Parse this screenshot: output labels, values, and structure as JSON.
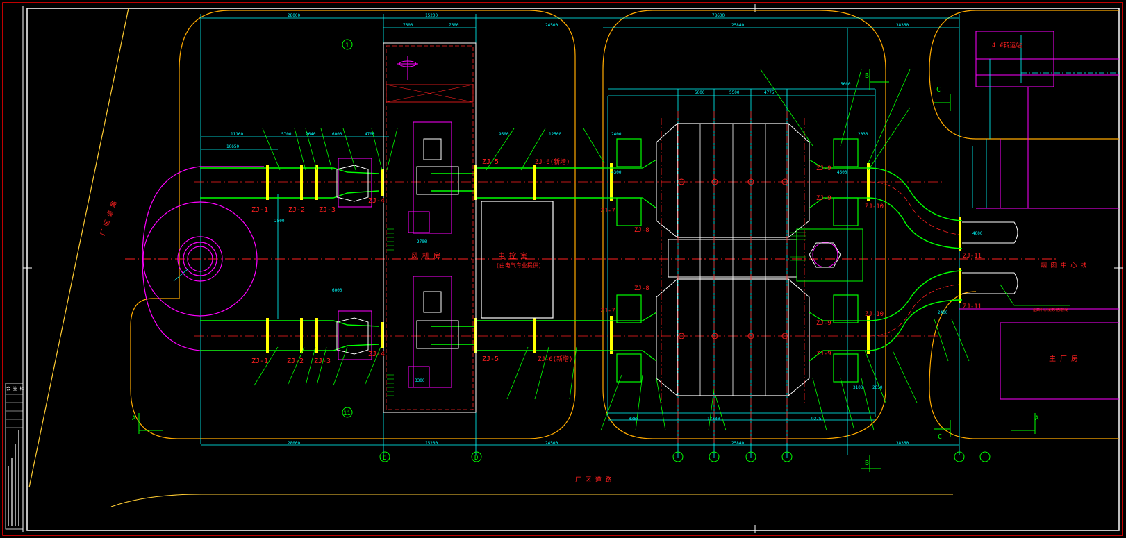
{
  "drawing": {
    "labels_left": {
      "upper": [
        "ZJ-1",
        "ZJ-2",
        "ZJ-3",
        "ZJ-4",
        "ZJ-5",
        "ZJ-6(新增)"
      ],
      "lower": [
        "ZJ-1",
        "ZJ-2",
        "ZJ-3",
        "ZJ-4",
        "ZJ-5",
        "ZJ-6(新增)"
      ]
    },
    "labels_right": {
      "zj7": "ZJ-7",
      "zj8": "ZJ-8",
      "zj9": "ZJ-9",
      "zj10": "ZJ-10",
      "zj11": "ZJ-11"
    },
    "rooms": {
      "fan_room": "风 机 房",
      "electric_room": "电 控 室",
      "electric_note": "(由电气专业提供)",
      "main_plant": "主 厂 房",
      "chimney_center": "烟 囱 中 心 线",
      "road_left": "厂 区 道 路",
      "road_bottom": "厂 区 道 路",
      "station": "4 #转运站"
    },
    "axis_numbers_top": [
      "1",
      "11"
    ],
    "axis_letters_bottom": [
      "E",
      "D"
    ],
    "axis_letters_right": [
      "B",
      "B",
      "C",
      "C",
      "A",
      "A"
    ],
    "dims_top": [
      "28000",
      "15200",
      "7600",
      "7600",
      "24500",
      "78600",
      "25840",
      "38360"
    ],
    "dims_bottom": [
      "28000",
      "15200",
      "24500",
      "25840",
      "38360"
    ],
    "dims_misc": [
      "11160",
      "10650",
      "5700",
      "2640",
      "6000",
      "4700",
      "9500",
      "12500",
      "2400",
      "4300",
      "5000",
      "5500",
      "4775",
      "2700",
      "6000",
      "3300",
      "8365",
      "17700",
      "9275",
      "2500",
      "4500",
      "4000",
      "2030",
      "3100",
      "2650",
      "2400",
      "5600"
    ],
    "title_block": {
      "label": "会 签 栏"
    },
    "note_right": "烟囱中心线接外部管线"
  },
  "colors": {
    "frame_white": "#ffffff",
    "frame_red": "#ff0000",
    "duct_green": "#00ff00",
    "equipment_magenta": "#ff00ff",
    "road_orange": "#ffaa00",
    "dimension_cyan": "#00ffff",
    "text_red": "#ff2020",
    "flange_yellow": "#ffff00"
  }
}
